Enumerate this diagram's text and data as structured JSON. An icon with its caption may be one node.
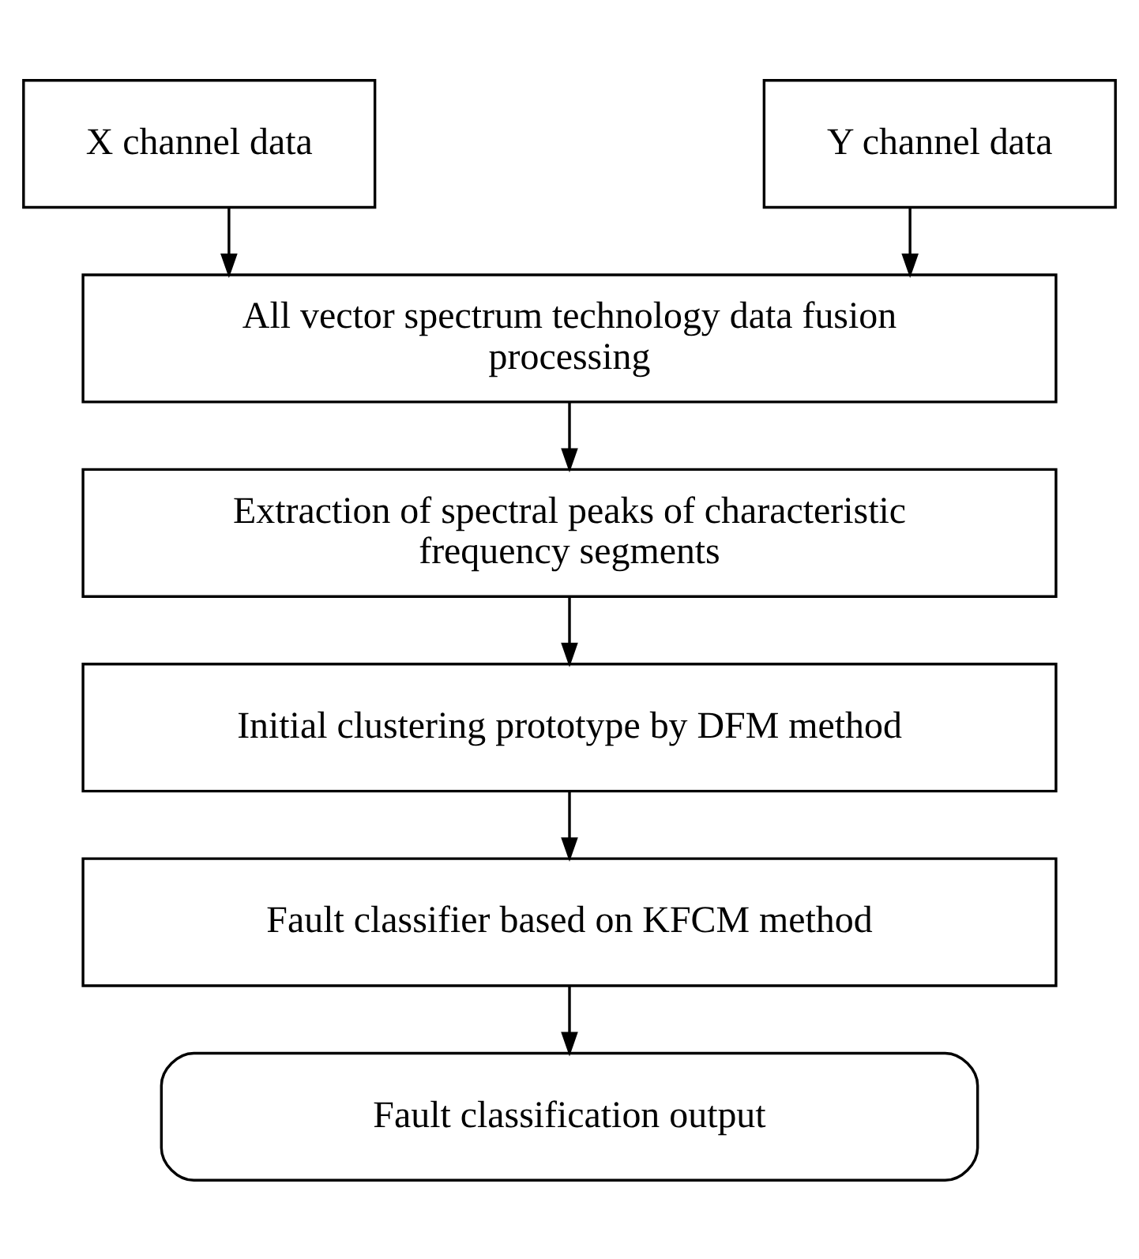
{
  "diagram": {
    "nodes": [
      {
        "text": [
          "X channel data"
        ]
      },
      {
        "text": [
          "Y channel data"
        ]
      },
      {
        "text": [
          "All vector spectrum technology data fusion processing"
        ]
      },
      {
        "text": [
          "Extraction of spectral peaks of characteristic frequency segments"
        ]
      },
      {
        "text": [
          "Initial clustering prototype by DFM method"
        ]
      },
      {
        "text": [
          "Fault classifier based on KFCM method"
        ]
      },
      {
        "text": [
          "Fault classification output"
        ]
      }
    ],
    "edges": [
      {
        "from": 0,
        "to": 2,
        "arrow": "to"
      },
      {
        "from": 1,
        "to": 2,
        "arrow": "to"
      },
      {
        "from": 2,
        "to": 3,
        "arrow": "to"
      },
      {
        "from": 3,
        "to": 4,
        "arrow": "to"
      },
      {
        "from": 4,
        "to": 5,
        "arrow": "to"
      },
      {
        "from": 5,
        "to": 6,
        "arrow": "to"
      }
    ]
  }
}
